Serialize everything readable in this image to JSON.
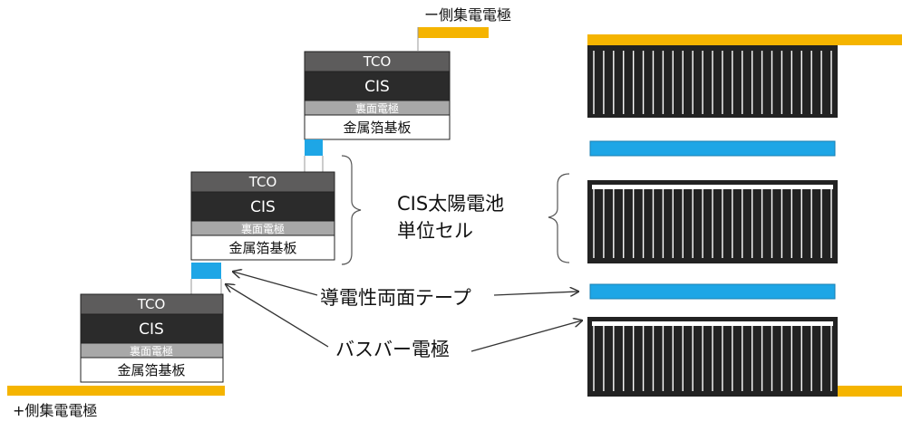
{
  "labels": {
    "negative_electrode": "ー側集電電極",
    "positive_electrode": "+側集電電極",
    "cell_line1": "CIS太陽電池",
    "cell_line2": "単位セル",
    "tape": "導電性両面テープ",
    "busbar": "バスバー電極"
  },
  "layers": {
    "tco": "TCO",
    "cis": "CIS",
    "back_electrode": "裏面電極",
    "substrate": "金属箔基板"
  },
  "colors": {
    "collector": "#f5b400",
    "tape": "#1ea6e6",
    "tco": "#5d5c5c",
    "cis": "#2b2b2b",
    "back_electrode": "#a8a8a8",
    "substrate": "#ffffff",
    "panel": "#222222",
    "finger": "#ffffff"
  }
}
